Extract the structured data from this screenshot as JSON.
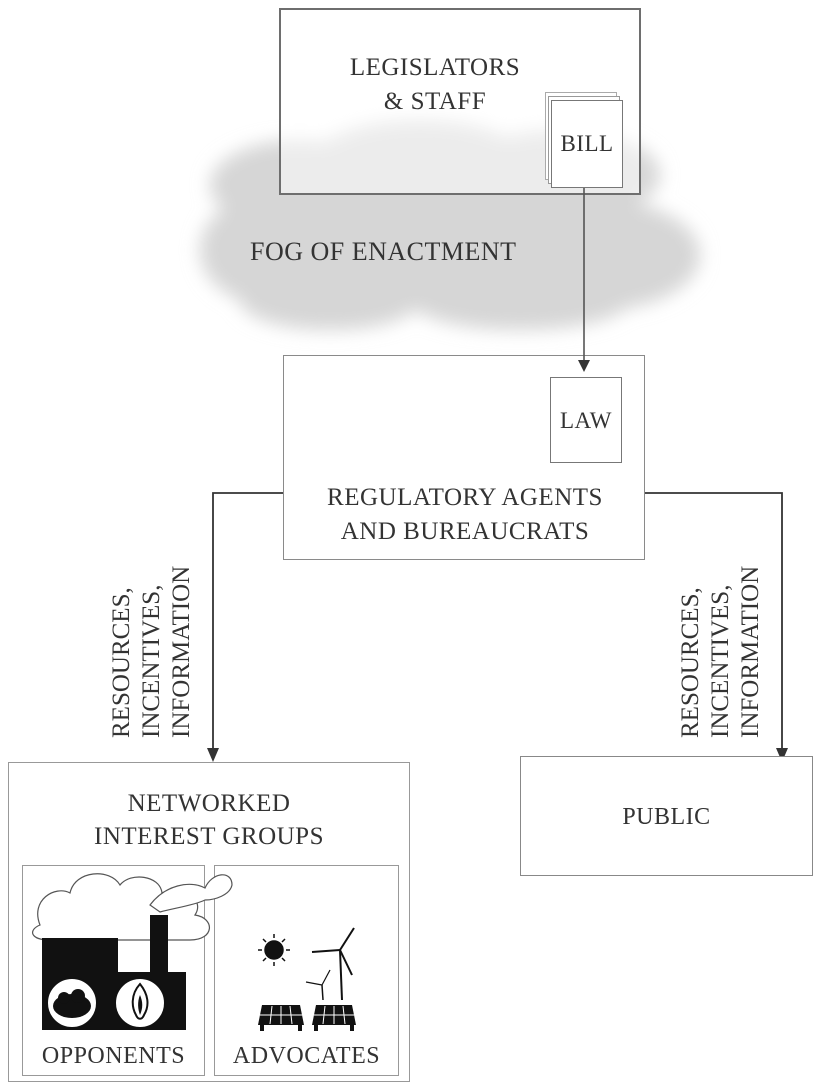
{
  "legislators": {
    "title_line1": "LEGISLATORS",
    "title_line2": "& STAFF"
  },
  "bill": {
    "label": "BILL"
  },
  "fog": {
    "label": "FOG OF ENACTMENT"
  },
  "law": {
    "label": "LAW"
  },
  "regulators": {
    "line1": "REGULATORY AGENTS",
    "line2": "AND BUREAUCRATS"
  },
  "left_flow": {
    "line1": "RESOURCES,",
    "line2": "INCENTIVES,",
    "line3": "INFORMATION"
  },
  "right_flow": {
    "line1": "RESOURCES,",
    "line2": "INCENTIVES,",
    "line3": "INFORMATION"
  },
  "interest_groups": {
    "line1": "NETWORKED",
    "line2": "INTEREST GROUPS"
  },
  "opponents": {
    "label": "OPPONENTS"
  },
  "advocates": {
    "label": "ADVOCATES"
  },
  "public": {
    "label": "PUBLIC"
  },
  "icons": [
    "factory-icon",
    "coal-icon",
    "flame-icon",
    "sun-icon",
    "wind-turbine-icon",
    "solar-panel-icon"
  ],
  "colors": {
    "fog": "#d9d9d9",
    "border": "#8a8a8a",
    "arrow": "#333333"
  }
}
